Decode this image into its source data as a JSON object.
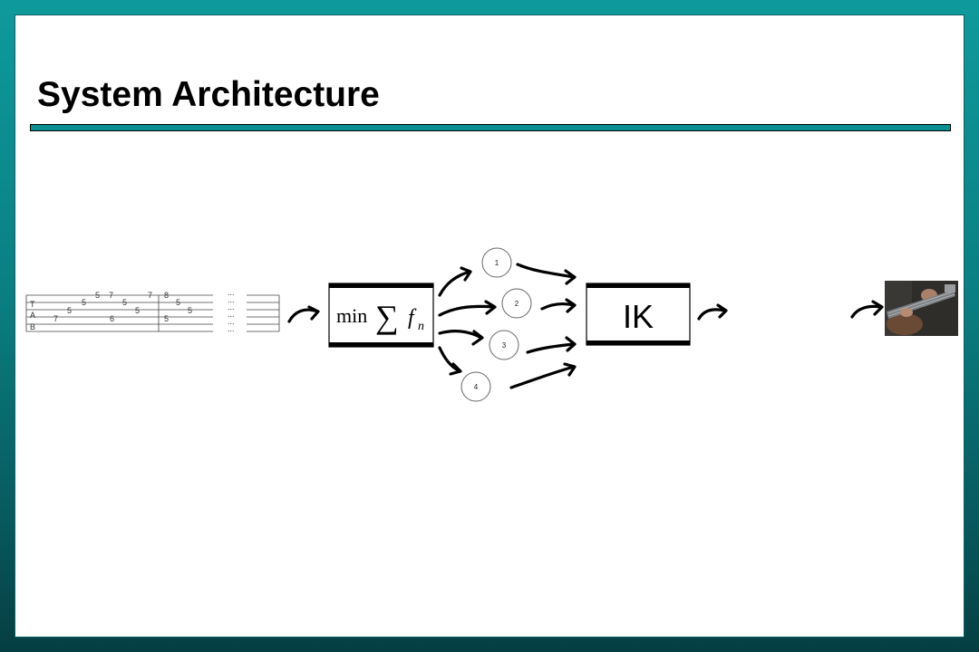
{
  "slide": {
    "title": "System Architecture"
  },
  "tablature": {
    "clef_letters": [
      "T",
      "A",
      "B"
    ],
    "ellipsis": "...",
    "notes": [
      "5",
      "7",
      "7",
      "8",
      "5",
      "5",
      "5",
      "5",
      "5",
      "5",
      "7",
      "6",
      "5"
    ]
  },
  "optimizer_box": {
    "min_label": "min",
    "sum_symbol": "∑",
    "f_label": "f",
    "n_label": "n"
  },
  "candidates": [
    "1",
    "2",
    "3",
    "4"
  ],
  "ik_box": {
    "label": "IK"
  },
  "output_image": {
    "icon": "guitar-playing-photo-icon"
  },
  "colors": {
    "background": "#0a7f82",
    "rule": "#0b8e90"
  }
}
